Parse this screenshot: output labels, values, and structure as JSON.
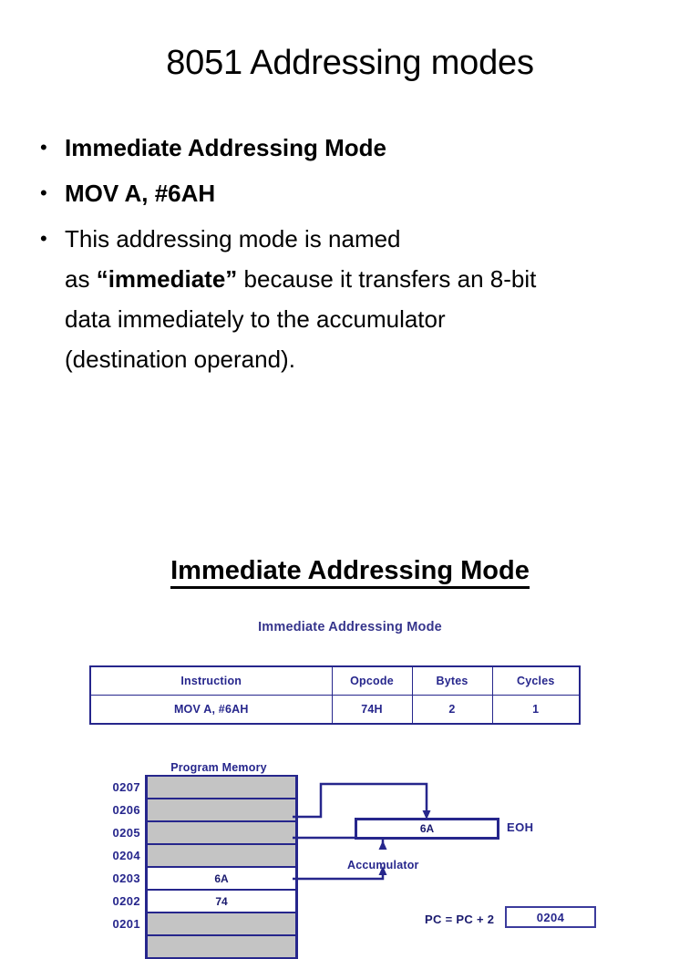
{
  "slide": {
    "title": "8051 Addressing modes",
    "bullets": [
      {
        "text": "Immediate Addressing Mode",
        "bold": true
      },
      {
        "text": "MOV A, #6AH",
        "bold": true
      },
      {
        "html": "This addressing mode is named<br>as <b>“immediate”</b> because it transfers an 8-bit<br>data immediately to the accumulator<br>(destination operand).",
        "bold": false
      }
    ],
    "section_heading": "Immediate Addressing Mode"
  },
  "figure": {
    "caption": "Immediate Addressing Mode",
    "table": {
      "headers": [
        "Instruction",
        "Opcode",
        "Bytes",
        "Cycles"
      ],
      "rows": [
        [
          "MOV A, #6AH",
          "74H",
          "2",
          "1"
        ]
      ]
    },
    "memory": {
      "title": "Program Memory",
      "cells": [
        {
          "address": "0207",
          "value": "",
          "filled": true
        },
        {
          "address": "0206",
          "value": "",
          "filled": true
        },
        {
          "address": "0205",
          "value": "",
          "filled": true
        },
        {
          "address": "0204",
          "value": "",
          "filled": true
        },
        {
          "address": "0203",
          "value": "6A",
          "filled": false
        },
        {
          "address": "0202",
          "value": "74",
          "filled": false
        },
        {
          "address": "0201",
          "value": "",
          "filled": true
        },
        {
          "address": "",
          "value": "",
          "filled": true
        }
      ]
    },
    "accumulator": {
      "value": "6A",
      "port_label": "EOH",
      "label": "Accumulator"
    },
    "program_counter": {
      "expression": "PC = PC + 2",
      "value": "0204"
    },
    "colors": {
      "navy": "#26268c",
      "memory_fill": "#c4c4c4",
      "background": "#ffffff"
    }
  }
}
